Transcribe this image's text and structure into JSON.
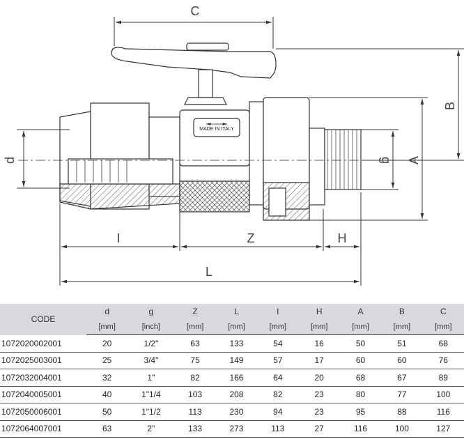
{
  "dimensions": {
    "C": "C",
    "B": "B",
    "A": "A",
    "d": "d",
    "g": "g",
    "I": "I",
    "Z": "Z",
    "H": "H",
    "L": "L"
  },
  "body_label": "MADE IN ITALY",
  "table": {
    "columns": [
      {
        "key": "code",
        "header": "CODE",
        "unit": ""
      },
      {
        "key": "d",
        "header": "d",
        "unit": "[mm]"
      },
      {
        "key": "g",
        "header": "g",
        "unit": "[inch]"
      },
      {
        "key": "Z",
        "header": "Z",
        "unit": "[mm]"
      },
      {
        "key": "L",
        "header": "L",
        "unit": "[mm]"
      },
      {
        "key": "I",
        "header": "I",
        "unit": "[mm]"
      },
      {
        "key": "H",
        "header": "H",
        "unit": "[mm]"
      },
      {
        "key": "A",
        "header": "A",
        "unit": "[mm]"
      },
      {
        "key": "B",
        "header": "B",
        "unit": "[mm]"
      },
      {
        "key": "C",
        "header": "C",
        "unit": "[mm]"
      }
    ],
    "rows": [
      [
        "1072020002001",
        "20",
        "1/2\"",
        "63",
        "133",
        "54",
        "16",
        "50",
        "51",
        "68"
      ],
      [
        "1072025003001",
        "25",
        "3/4\"",
        "75",
        "149",
        "57",
        "17",
        "60",
        "60",
        "76"
      ],
      [
        "1072032004001",
        "32",
        "1\"",
        "82",
        "166",
        "64",
        "20",
        "68",
        "67",
        "89"
      ],
      [
        "1072040005001",
        "40",
        "1\"1/4",
        "103",
        "208",
        "82",
        "23",
        "80",
        "77",
        "100"
      ],
      [
        "1072050006001",
        "50",
        "1\"1/2",
        "113",
        "230",
        "94",
        "23",
        "95",
        "88",
        "116"
      ],
      [
        "1072064007001",
        "63",
        "2\"",
        "133",
        "273",
        "113",
        "27",
        "116",
        "100",
        "127"
      ]
    ]
  }
}
